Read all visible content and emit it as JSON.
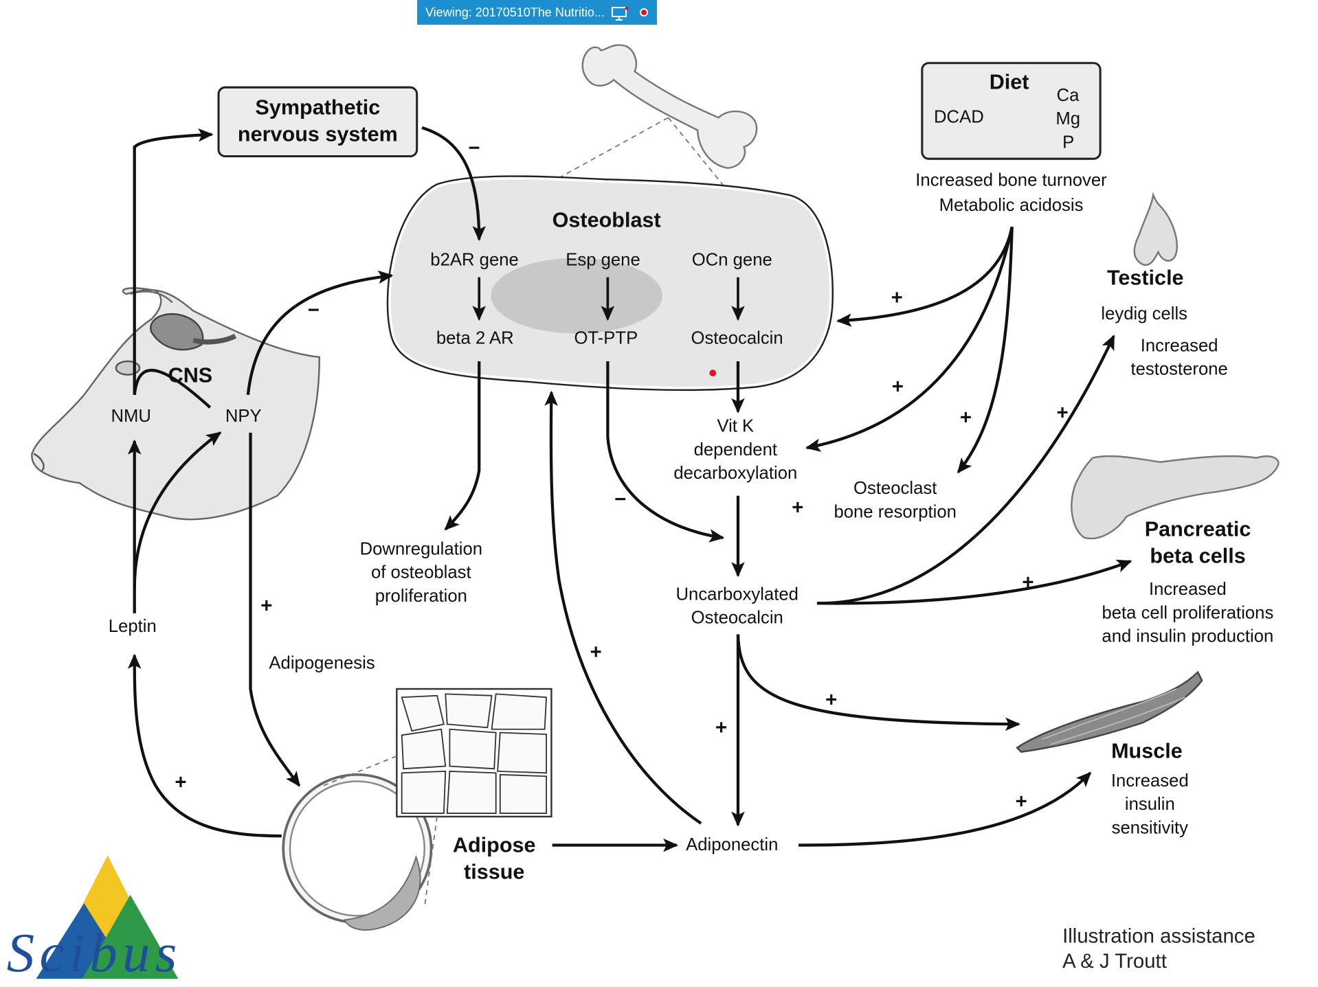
{
  "viewer_bar": {
    "text": "Viewing: 20170510The Nutritio...",
    "monitor_icon": "monitor-icon",
    "record_icon": "record-dot-icon",
    "bar_color": "#1c8fd1"
  },
  "boxes": {
    "sympathetic": [
      "Sympathetic",
      "nervous system"
    ],
    "diet": {
      "title": "Diet",
      "dcad": "DCAD",
      "minerals": [
        "Ca",
        "Mg",
        "P"
      ]
    }
  },
  "diet_effects": [
    "Increased bone turnover",
    "Metabolic acidosis"
  ],
  "osteoblast": {
    "title": "Osteoblast",
    "genes": [
      "b2AR gene",
      "Esp gene",
      "OCn gene"
    ],
    "products": [
      "beta 2 AR",
      "OT-PTP",
      "Osteocalcin"
    ]
  },
  "cns": {
    "label": "CNS",
    "nmu": "NMU",
    "npy": "NPY",
    "leptin": "Leptin",
    "adipogenesis": "Adipogenesis"
  },
  "downregulation": [
    "Downregulation",
    "of osteoblast",
    "proliferation"
  ],
  "vitk": [
    "Vit K",
    "dependent",
    "decarboxylation"
  ],
  "osteoclast": [
    "Osteoclast",
    "bone resorption"
  ],
  "uncarboxylated": [
    "Uncarboxylated",
    "Osteocalcin"
  ],
  "adiponectin": "Adiponectin",
  "adipose": [
    "Adipose",
    "tissue"
  ],
  "testicle": {
    "title": "Testicle",
    "cells": "leydig cells",
    "effect": [
      "Increased",
      "testosterone"
    ]
  },
  "pancreas": {
    "title": [
      "Pancreatic",
      "beta cells"
    ],
    "effect": [
      "Increased",
      "beta cell proliferations",
      "and insulin production"
    ]
  },
  "muscle": {
    "title": "Muscle",
    "effect": [
      "Increased",
      "insulin",
      "sensitivity"
    ]
  },
  "signs": {
    "plus": "+",
    "minus": "−"
  },
  "credit": [
    "Illustration  assistance",
    "A & J Troutt"
  ],
  "logo": {
    "text": "Scibus",
    "colors": [
      "#f3c623",
      "#1f5fa8",
      "#2e9a48"
    ]
  }
}
